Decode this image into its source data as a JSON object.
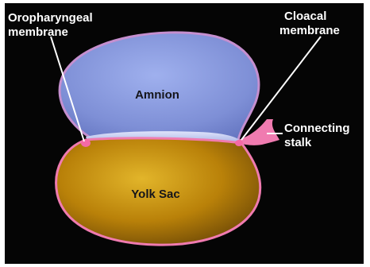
{
  "labels": {
    "oropharyngeal": [
      "Oropharyngeal",
      "membrane"
    ],
    "cloacal": [
      "Cloacal",
      "membrane"
    ],
    "connecting_stalk": [
      "Connecting",
      "stalk"
    ],
    "amnion": "Amnion",
    "yolk_sac": "Yolk Sac"
  },
  "colors": {
    "background": "#050505",
    "amnion_fill": "#7f91d8",
    "amnion_rim": "#c58fcf",
    "yolk_fill": "#c99312",
    "yolk_dark": "#5f3f05",
    "yolk_rim": "#f07bb0",
    "embryonic_disc": "#b9c2ec",
    "pointer_line": "#ffffff"
  }
}
